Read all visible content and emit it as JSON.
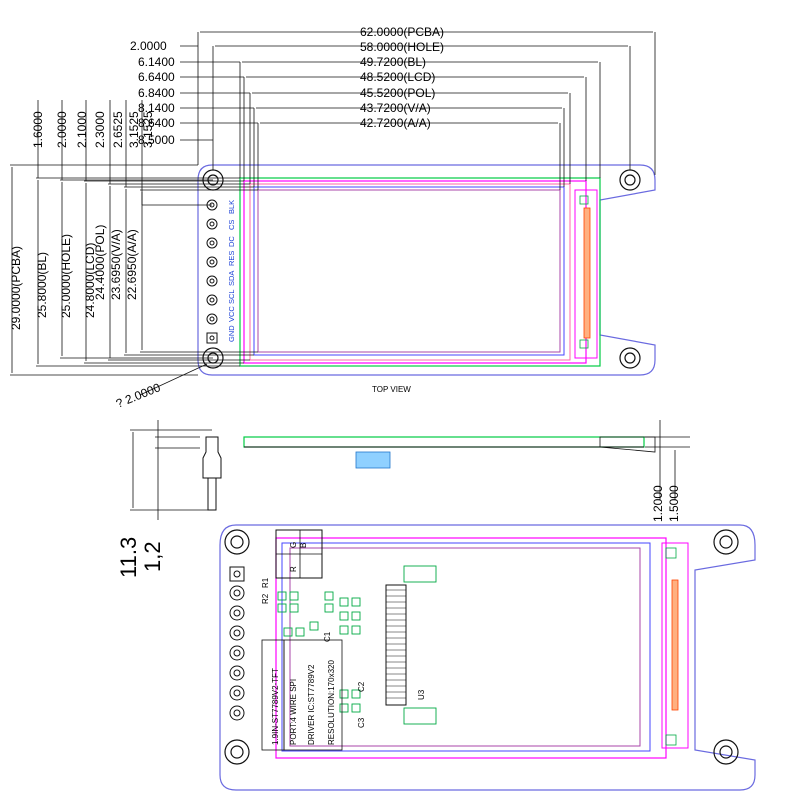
{
  "top_view": {
    "caption": "TOP VIEW",
    "horizontal_dims": [
      {
        "value": "2.0000"
      },
      {
        "value": "6.1400"
      },
      {
        "value": "6.6400"
      },
      {
        "value": "6.8400"
      },
      {
        "value": "8.1400"
      },
      {
        "value": "8.6400"
      },
      {
        "value": "8.5000"
      }
    ],
    "width_dims": [
      {
        "value": "62.0000(PCBA)"
      },
      {
        "value": "58.0000(HOLE)"
      },
      {
        "value": "49.7200(BL)"
      },
      {
        "value": "48.5200(LCD)"
      },
      {
        "value": "45.5200(POL)"
      },
      {
        "value": "43.7200(V/A)"
      },
      {
        "value": "42.7200(A/A)"
      }
    ],
    "vertical_dims": [
      {
        "value": "1.6000"
      },
      {
        "value": "2.0000"
      },
      {
        "value": "2.1000"
      },
      {
        "value": "2.3000"
      },
      {
        "value": "2.6525"
      },
      {
        "value": "3.1525"
      },
      {
        "value": "3.1525"
      }
    ],
    "height_dims": [
      {
        "value": "29.0000(PCBA)"
      },
      {
        "value": "25.8000(BL)"
      },
      {
        "value": "25.0000(HOLE)"
      },
      {
        "value": "24.8000(LCD)"
      },
      {
        "value": "24.4000(POL)"
      },
      {
        "value": "23.6950(V/A)"
      },
      {
        "value": "22.6950(A/A)"
      }
    ],
    "hole_dim": "? 2.0000",
    "pins": [
      "GND",
      "VCC",
      "SCL",
      "SDA",
      "RES",
      "DC",
      "CS",
      "BLK"
    ]
  },
  "side_view": {
    "dims": [
      "11.3",
      "1,2",
      "1.2000",
      "1.5000"
    ]
  },
  "bottom_view": {
    "resistors": [
      "R2",
      "R1"
    ],
    "jumper_labels": [
      "R",
      "G",
      "B"
    ],
    "caps": [
      "C3",
      "C2",
      "C1"
    ],
    "chip_label": "U3",
    "board_text": "1.9IN-ST7789V2-TFT",
    "spec_lines": [
      "PORT:4 WIRE SPI",
      "DRIVER IC:ST7789V2",
      "RESOLUTION:170x320"
    ]
  },
  "colors": {
    "line": "#111111",
    "pcb": "#6a6ae0",
    "lcd": "#ff00ff",
    "backlight": "#00cc44",
    "active": "#4444ff",
    "flex": "#ff4400",
    "pins": "#1a3fd6"
  }
}
